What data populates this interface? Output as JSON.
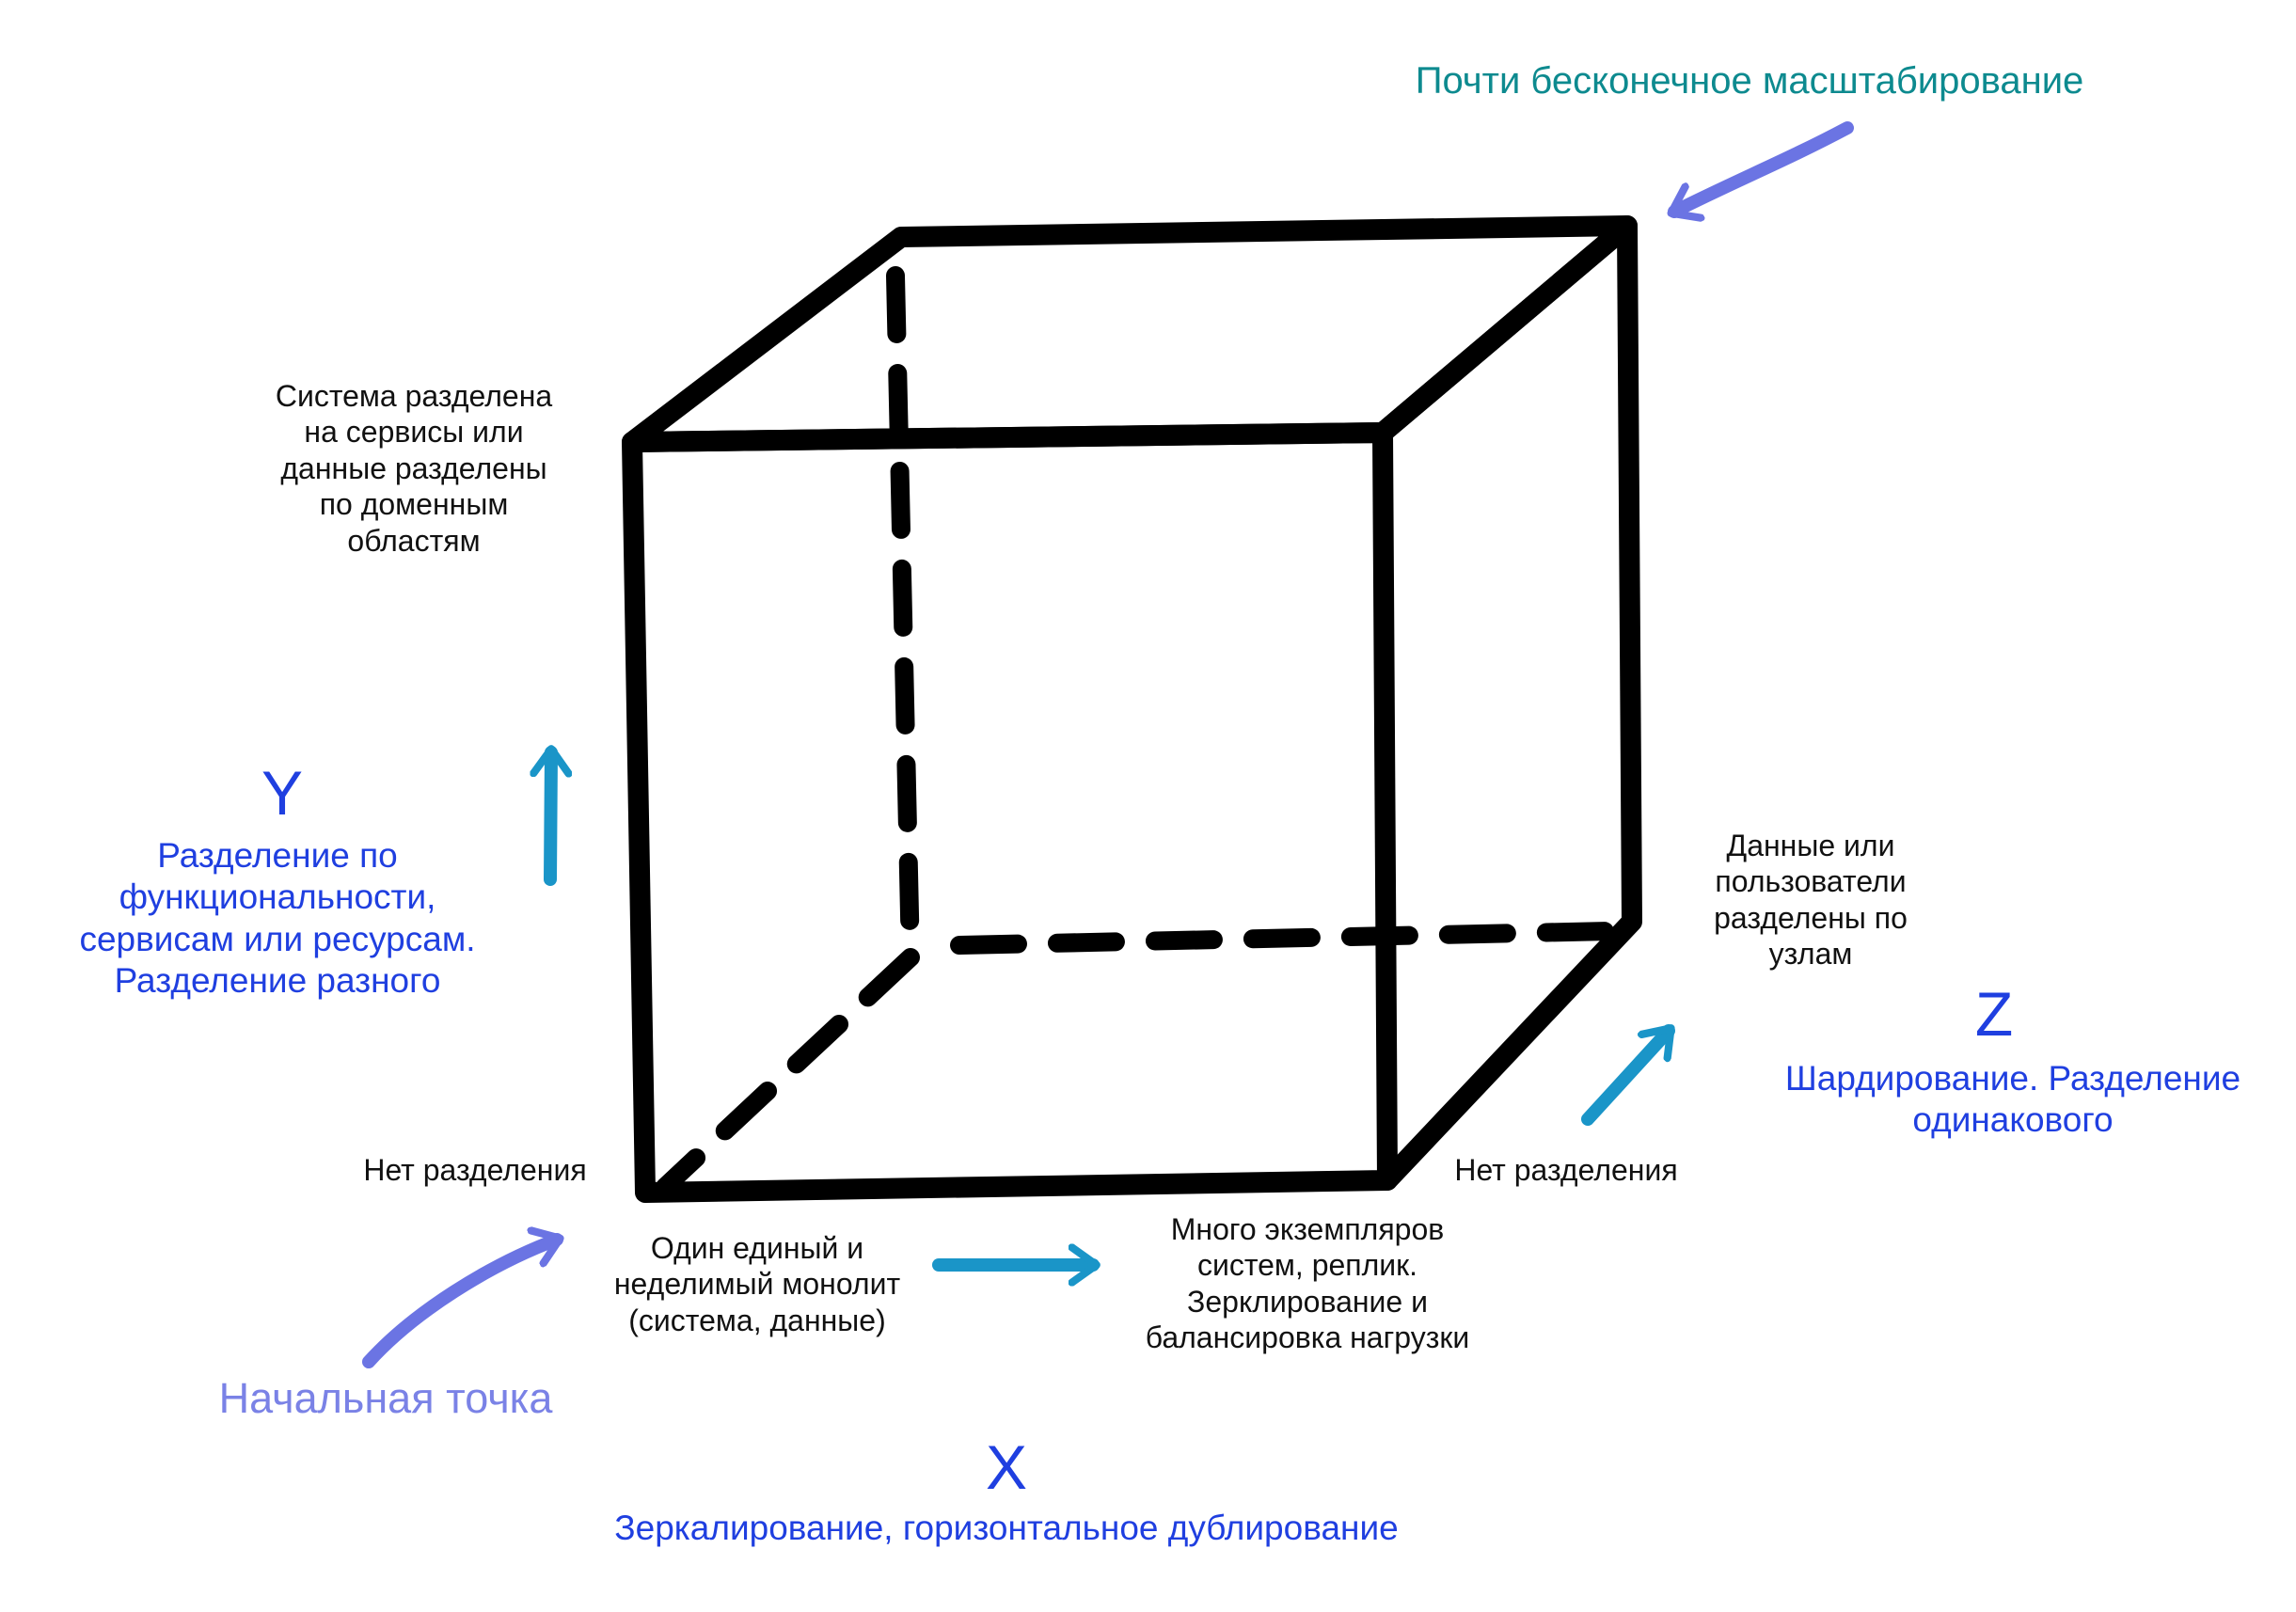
{
  "colors": {
    "cube": "#000000",
    "axis_arrow": "#1a95c8",
    "purple_arrow": "#6b74e3",
    "axis_text": "#1f3fe0",
    "teal_text": "#0d8a8f",
    "purple_text": "#7a82e6"
  },
  "top_label": "Почти бесконечное масштабирование",
  "start_label": "Начальная точка",
  "notes": {
    "y_top": "Система разделена\nна сервисы или\nданные разделены\nпо доменным\nобластям",
    "origin_left": "Нет разделения",
    "x_start": "Один единый и\nнеделимый монолит\n(система, данные)",
    "x_end": "Много экземпляров\nсистем, реплик.\nЗерклирование и\nбалансировка нагрузки",
    "z_origin": "Нет разделения",
    "z_end": "Данные или\nпользователи\nразделены по\nузлам"
  },
  "axes": {
    "x": {
      "letter": "X",
      "description": "Зеркалирование, горизонтальное дублирование"
    },
    "y": {
      "letter": "Y",
      "description": "Разделение по\nфункциональности,\nсервисам или ресурсам.\nРазделение разного"
    },
    "z": {
      "letter": "Z",
      "description": "Шардирование. Разделение\nодинакового"
    }
  }
}
